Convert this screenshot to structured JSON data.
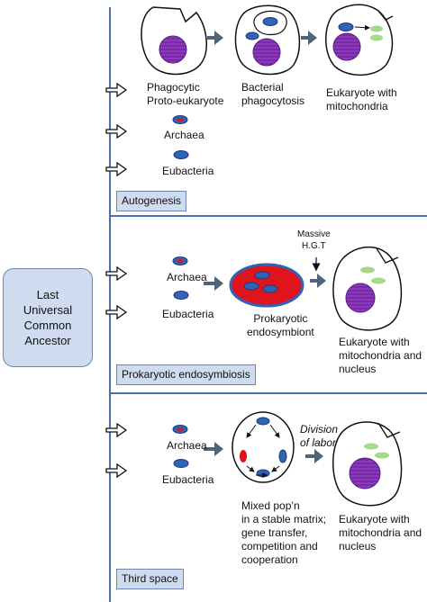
{
  "luca": {
    "lines": [
      "Last",
      "Universal",
      "Common",
      "Ancestor"
    ]
  },
  "colors": {
    "purple": "#7a2aa8",
    "red": "#e0141c",
    "blue": "#2f63b5",
    "green": "#a6d88a",
    "frame": "#4a6fb0",
    "box_fill": "#cfdbee"
  },
  "panels": [
    {
      "title": "Autogenesis",
      "stages": [
        {
          "lines": [
            "Phagocytic",
            "Proto-eukaryote"
          ]
        },
        {
          "lines": [
            "Bacterial",
            "phagocytosis"
          ]
        },
        {
          "lines": [
            "Eukaryote with",
            "mitochondria"
          ]
        }
      ],
      "archaea": "Archaea",
      "eubacteria": "Eubacteria"
    },
    {
      "title": "Prokaryotic endosymbiosis",
      "archaea": "Archaea",
      "eubacteria": "Eubacteria",
      "endosymbiont": [
        "Prokaryotic",
        "endosymbiont"
      ],
      "hgt": [
        "Massive",
        "H.G.T"
      ],
      "eukaryote": [
        "Eukaryote with",
        "mitochondria and",
        "nucleus"
      ]
    },
    {
      "title": "Third space",
      "archaea": "Archaea",
      "eubacteria": "Eubacteria",
      "division": [
        "Division",
        "of labor"
      ],
      "mixed": [
        "Mixed pop’n",
        "in a stable matrix;",
        "gene transfer,",
        "competition and",
        "cooperation"
      ],
      "eukaryote": [
        "Eukaryote with",
        "mitochondria and",
        "nucleus"
      ]
    }
  ]
}
